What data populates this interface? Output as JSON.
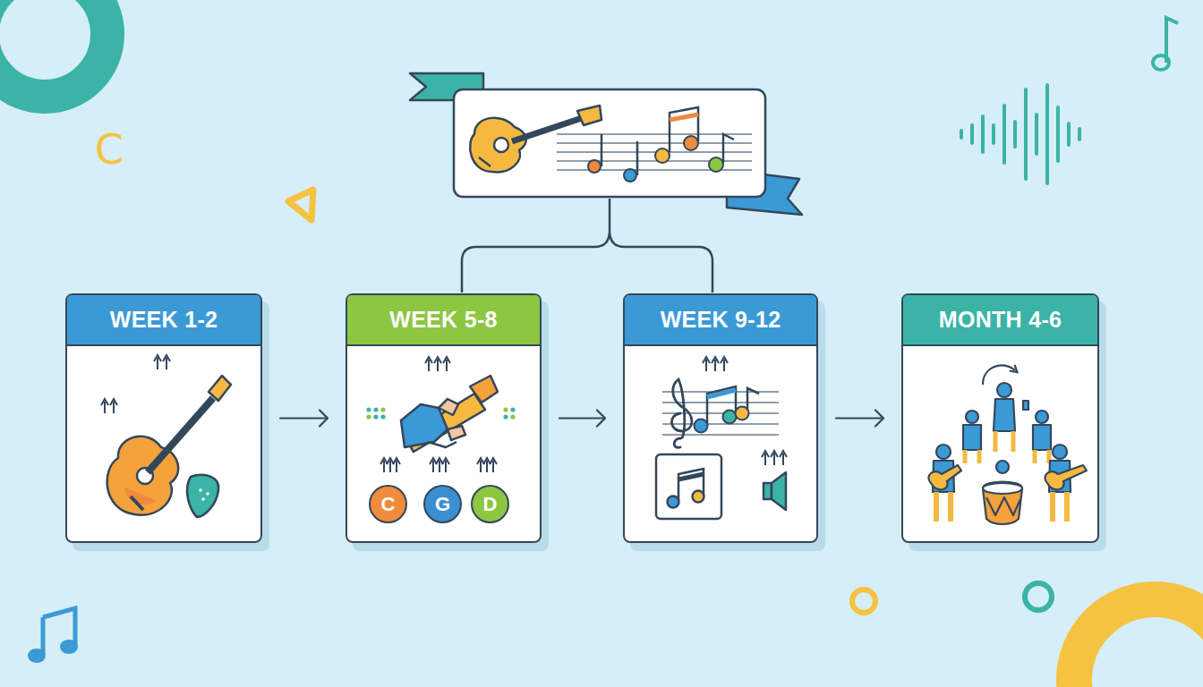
{
  "diagram": {
    "nodes": [
      {
        "text": [
          "WEEK 1-2"
        ]
      },
      {
        "text": [
          "WEEK 5-8"
        ]
      },
      {
        "text": [
          "C"
        ],
        "in": 1
      },
      {
        "text": [
          "G"
        ],
        "in": 1
      },
      {
        "text": [
          "D"
        ],
        "in": 1
      },
      {
        "text": [
          "WEEK 9-12"
        ]
      },
      {
        "text": [
          "MONTH 4-6"
        ]
      }
    ],
    "edges": [
      {
        "from": 0,
        "to": 1,
        "arrow": "to"
      },
      {
        "from": 1,
        "to": 5,
        "arrow": "to"
      },
      {
        "from": 5,
        "to": 6,
        "arrow": "to"
      }
    ],
    "labels": [
      "C"
    ]
  }
}
